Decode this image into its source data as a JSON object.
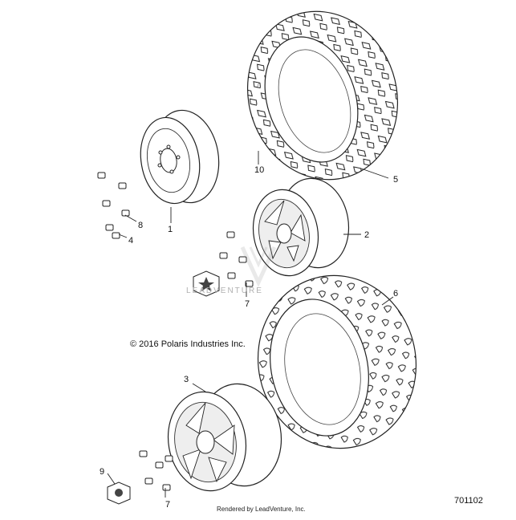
{
  "callouts": {
    "c1": "1",
    "c2": "2",
    "c3": "3",
    "c4": "4",
    "c5": "5",
    "c6": "6",
    "c7a": "7",
    "c7b": "7",
    "c8": "8",
    "c9": "9",
    "c10": "10"
  },
  "copyright": "© 2016 Polaris Industries Inc.",
  "drawing_number": "701102",
  "rendered_by": "Rendered by LeadVenture, Inc.",
  "watermark": {
    "text": "LEADVENTURE",
    "icon": "leadventure-logo-icon"
  },
  "colors": {
    "line": "#222222",
    "background": "#ffffff"
  }
}
